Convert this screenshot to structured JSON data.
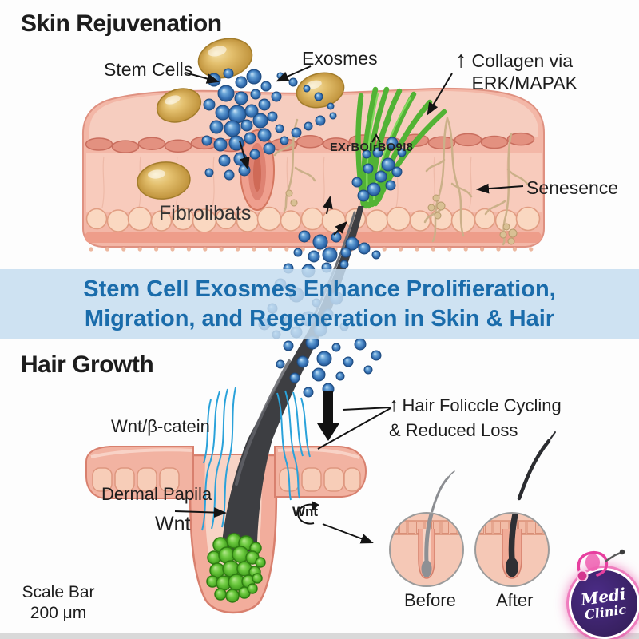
{
  "sections": {
    "skin": {
      "title": "Skin Rejuvenation",
      "labels": {
        "stem_cells": "Stem Cells",
        "exosomes": "Exosmes",
        "collagen_arrow": "↑",
        "collagen_line1": "Collagen via",
        "collagen_line2": "ERK/MAPAK",
        "matrix_text": "EXrBOIrBO9I8",
        "senescence": "Senesence",
        "fibroblasts": "Fibrolibats"
      }
    },
    "banner": {
      "line1": "Stem Cell Exosmes Enhance Prolifieration,",
      "line2": "Migration, and Regeneration in Skin & Hair"
    },
    "hair": {
      "title": "Hair Growth",
      "labels": {
        "wnt_bcatenin": "Wnt/β-catein",
        "cycling_arrow": "↑",
        "cycling_line1": "Hair Foliccle Cycling",
        "cycling_line2": "& Reduced Loss",
        "dermal_papilla": "Dermal Papila",
        "wnt": "Wnt",
        "wnt_cycle": "Wnt",
        "before": "Before",
        "after": "After"
      }
    },
    "scale_bar": {
      "line1": "Scale Bar",
      "line2": "200 μm"
    },
    "logo": {
      "line1": "Medi",
      "line2": "Clinic"
    }
  },
  "colors": {
    "background": "#fdfdfd",
    "banner_bg": "#c5ddf0",
    "banner_text": "#1a6cab",
    "skin_pink": "#f3b7a7",
    "exosome_blue": "#3b78bd",
    "collagen_green": "#52b335",
    "stem_cell_gold": "#dcb763",
    "hair_dark": "#3d3e42",
    "wnt_signal_blue": "#2aa2da",
    "papilla_green": "#5cbf33",
    "logo_purple": "#3a2169",
    "logo_pink": "#e83f9f"
  }
}
